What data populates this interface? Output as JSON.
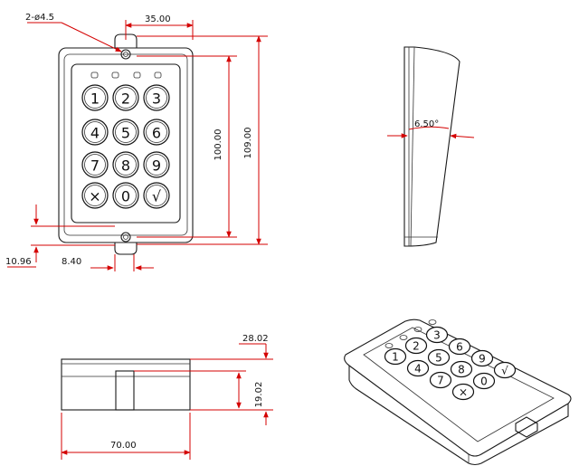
{
  "views": {
    "front": {
      "keys": [
        "1",
        "2",
        "3",
        "4",
        "5",
        "6",
        "7",
        "8",
        "9",
        "×",
        "0",
        "√"
      ],
      "dimensions": {
        "holes": "2-ø4.5",
        "hole_spacing_top": "35.00",
        "height_inner": "100.00",
        "height_outer": "109.00",
        "left_offset": "10.96",
        "bottom_offset": "8.40"
      }
    },
    "side": {
      "angle": "6.50°"
    },
    "bottom": {
      "dimensions": {
        "depth_total": "28.02",
        "depth_front": "19.02",
        "width": "70.00"
      }
    },
    "isometric": {
      "keys": [
        "1",
        "2",
        "3",
        "4",
        "5",
        "6",
        "7",
        "8",
        "9",
        "×",
        "0",
        "√"
      ]
    }
  },
  "colors": {
    "dimension": "#d40000",
    "outline": "#1a1a1a"
  }
}
